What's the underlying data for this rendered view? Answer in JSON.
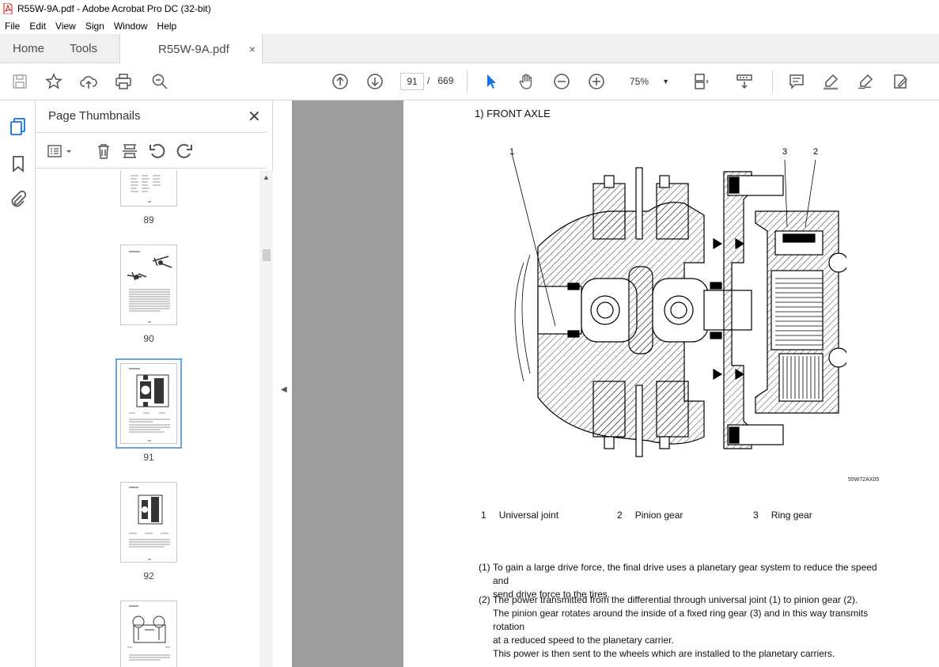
{
  "window": {
    "title": "R55W-9A.pdf - Adobe Acrobat Pro DC (32-bit)"
  },
  "menu": [
    "File",
    "Edit",
    "View",
    "Sign",
    "Window",
    "Help"
  ],
  "tabs": {
    "home": "Home",
    "tools": "Tools",
    "doc": "R55W-9A.pdf",
    "close": "×"
  },
  "toolbar": {
    "page_current": "91",
    "page_sep": "/",
    "page_total": "669",
    "zoom": "75%"
  },
  "panel": {
    "title": "Page Thumbnails",
    "thumbnails": [
      {
        "label": "89"
      },
      {
        "label": "90"
      },
      {
        "label": "91",
        "selected": true
      },
      {
        "label": "92"
      }
    ]
  },
  "document": {
    "section_title": "1) FRONT AXLE",
    "figure_callouts": {
      "c1": "1",
      "c2": "2",
      "c3": "3"
    },
    "figure_id": "55W72AX05",
    "legend": [
      {
        "num": "1",
        "label": "Universal joint"
      },
      {
        "num": "2",
        "label": "Pinion gear"
      },
      {
        "num": "3",
        "label": "Ring gear"
      }
    ],
    "paragraphs": [
      {
        "num": "(1)",
        "lines": [
          "To gain a large drive force, the final drive uses a planetary gear system to reduce the speed and",
          "send drive force to the tires."
        ]
      },
      {
        "num": "(2)",
        "lines": [
          "The power transmitted from the differential through universal joint (1) to pinion gear (2).",
          "The pinion gear rotates around the inside of a fixed ring gear (3) and in this way transmits rotation",
          "at a reduced speed to the planetary carrier.",
          "This power is then sent to the wheels which are installed to the planetary carriers."
        ]
      }
    ]
  },
  "colors": {
    "accent": "#1473e6",
    "sidebar_active": "#1473e6",
    "gutter": "#9d9d9d",
    "selection": "#6aa3e0"
  }
}
